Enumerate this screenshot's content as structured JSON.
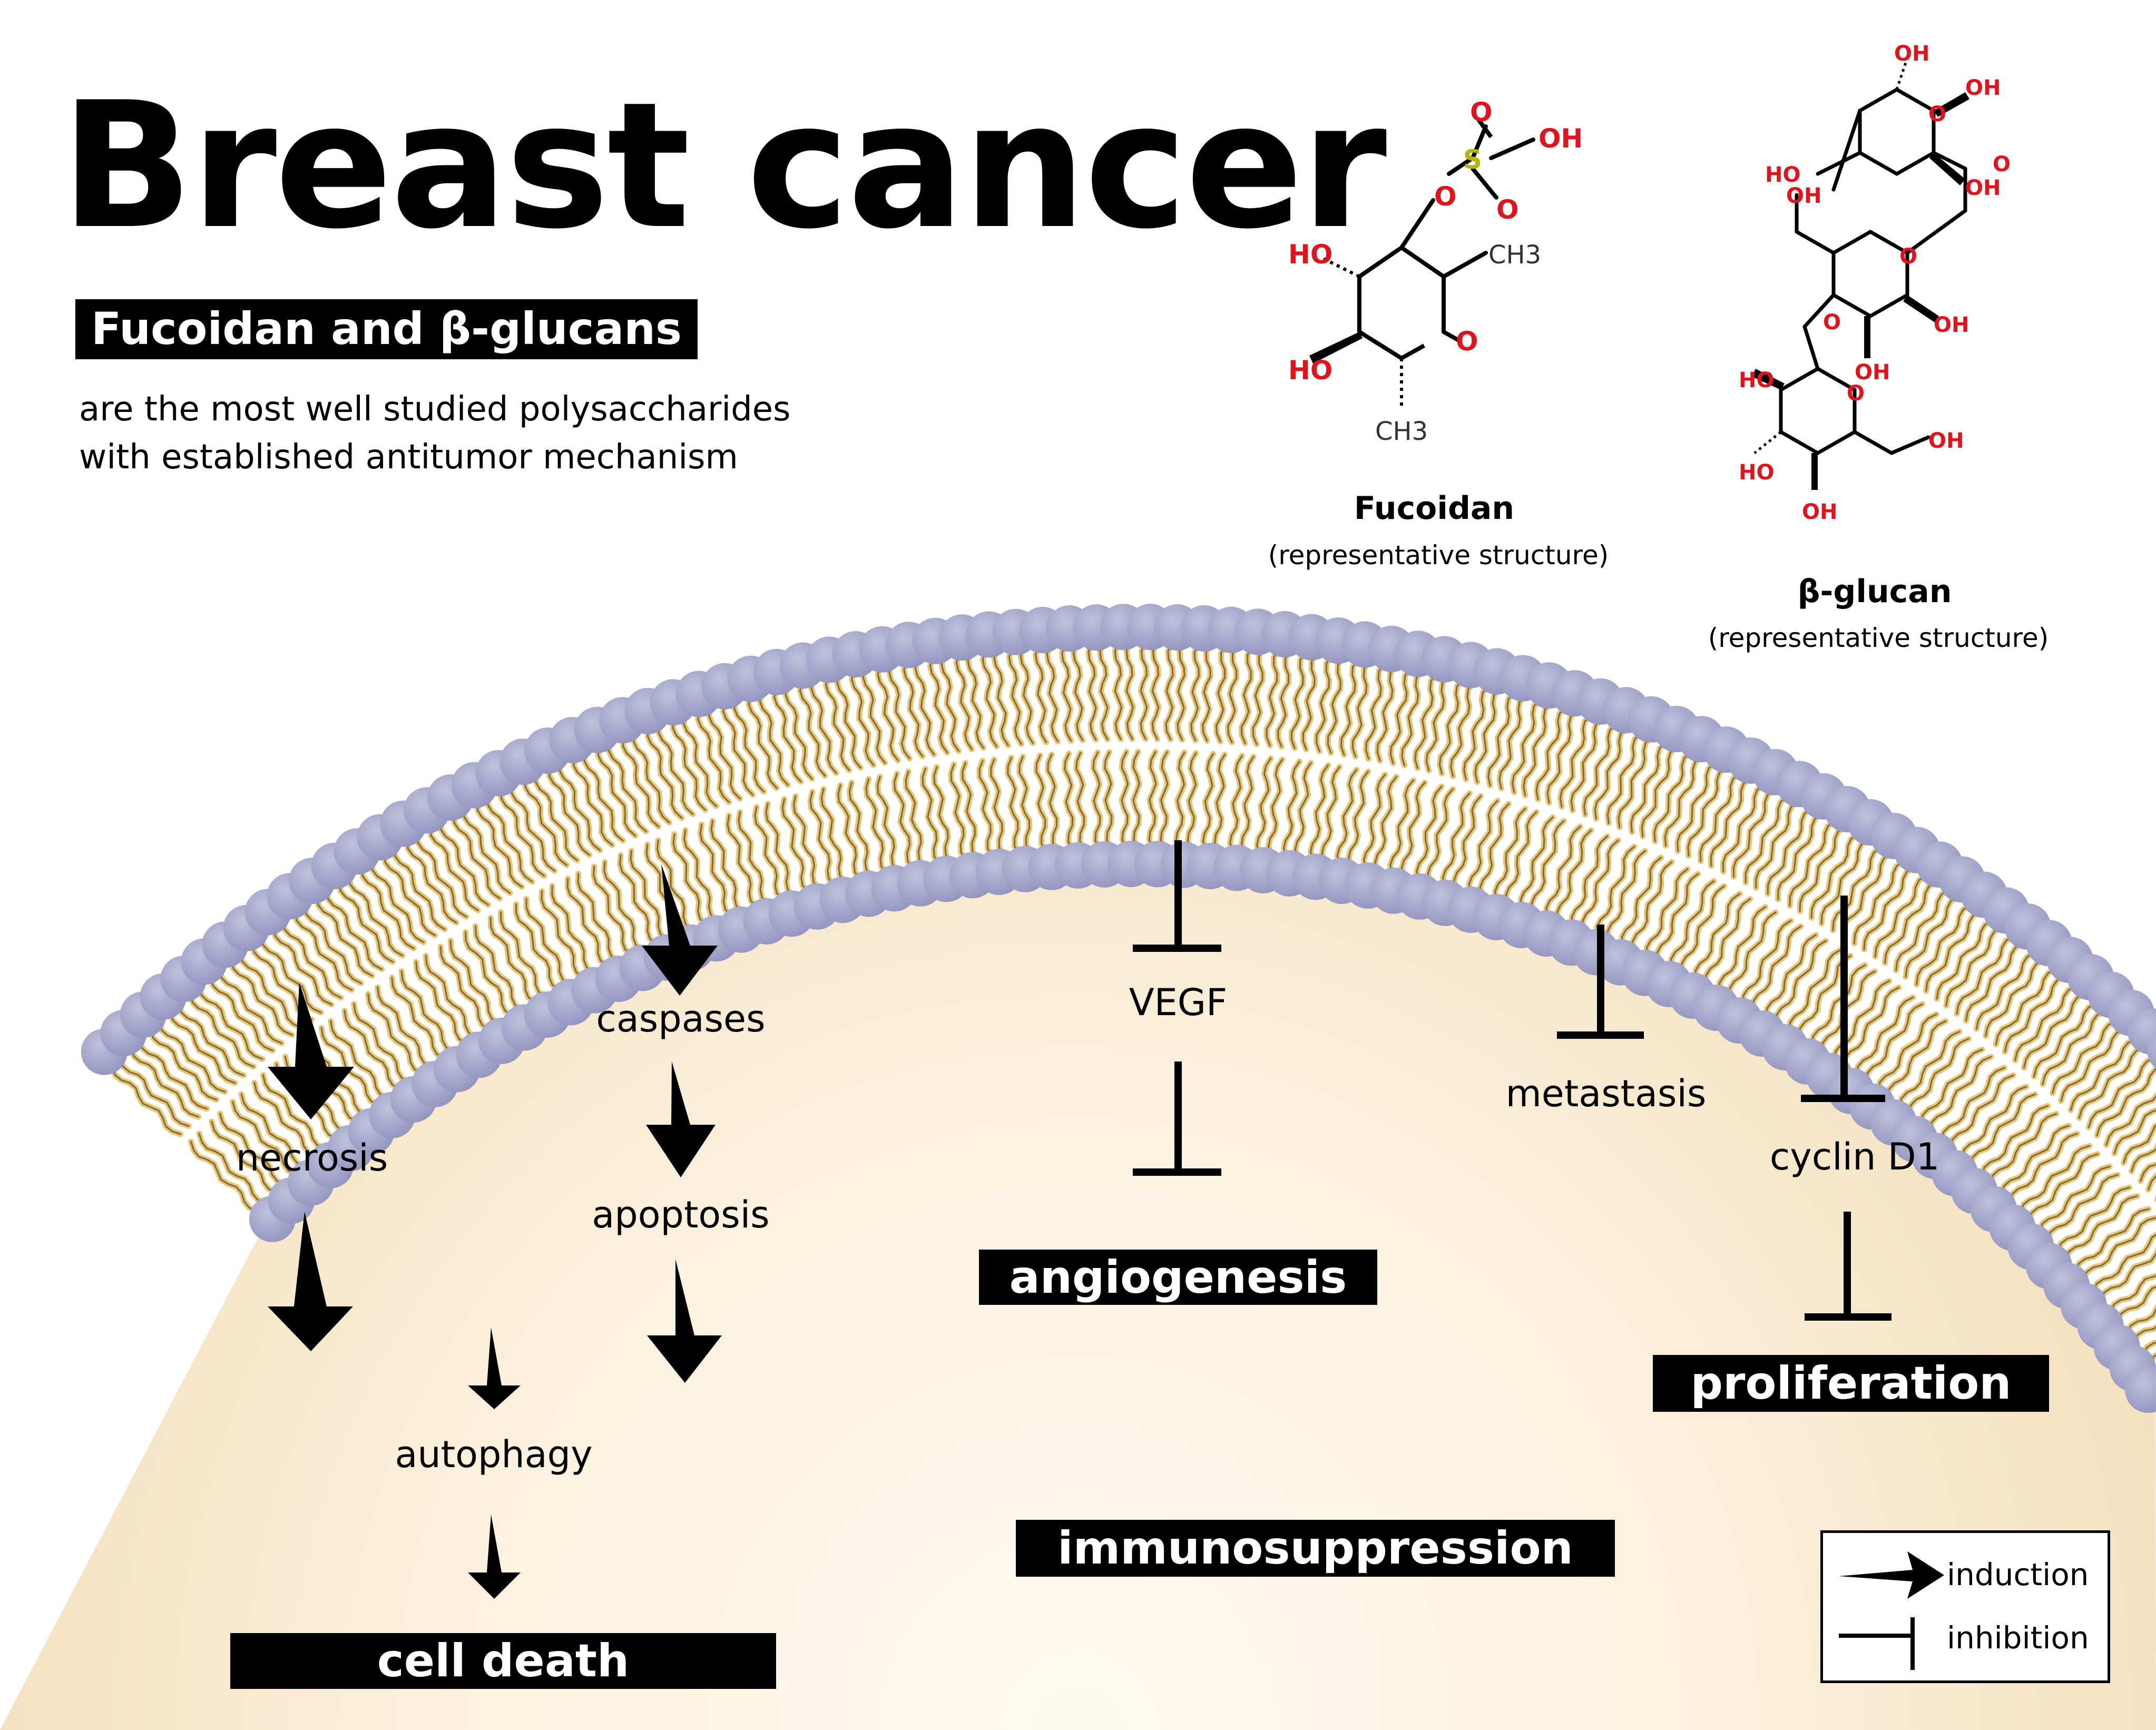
{
  "title": "Breast cancer",
  "subheading": "Fucoidan and β-glucans",
  "description": [
    "are the most well studied polysaccharides",
    "with established antitumor mechanism"
  ],
  "molecules": {
    "fucoidan": {
      "name": "Fucoidan",
      "note": "(representative structure)",
      "atoms": {
        "o": "O",
        "s": "S",
        "oh": "OH",
        "ho": "HO",
        "ch3": "CH3"
      }
    },
    "glucan": {
      "name": "β-glucan",
      "note": "(representative structure)",
      "atoms": {
        "o": "O",
        "oh": "OH",
        "ho": "HO"
      }
    }
  },
  "pathway": {
    "caspases": "caspases",
    "necrosis": "necrosis",
    "apoptosis": "apoptosis",
    "autophagy": "autophagy",
    "vegf": "VEGF",
    "metastasis": "metastasis",
    "cyclin": "cyclin D1"
  },
  "outcomes": {
    "angiogenesis": "angiogenesis",
    "proliferation": "proliferation",
    "immunosuppression": "immunosuppression",
    "cell_death": "cell death"
  },
  "legend": {
    "induction": "induction",
    "inhibition": "inhibition"
  },
  "colors": {
    "membrane_head": "#a7a9cb",
    "membrane_tail": "#e9c572",
    "cytoplasm": "#f8ead2",
    "oxygen": "#e0141c",
    "sulfur": "#b5b40a"
  }
}
